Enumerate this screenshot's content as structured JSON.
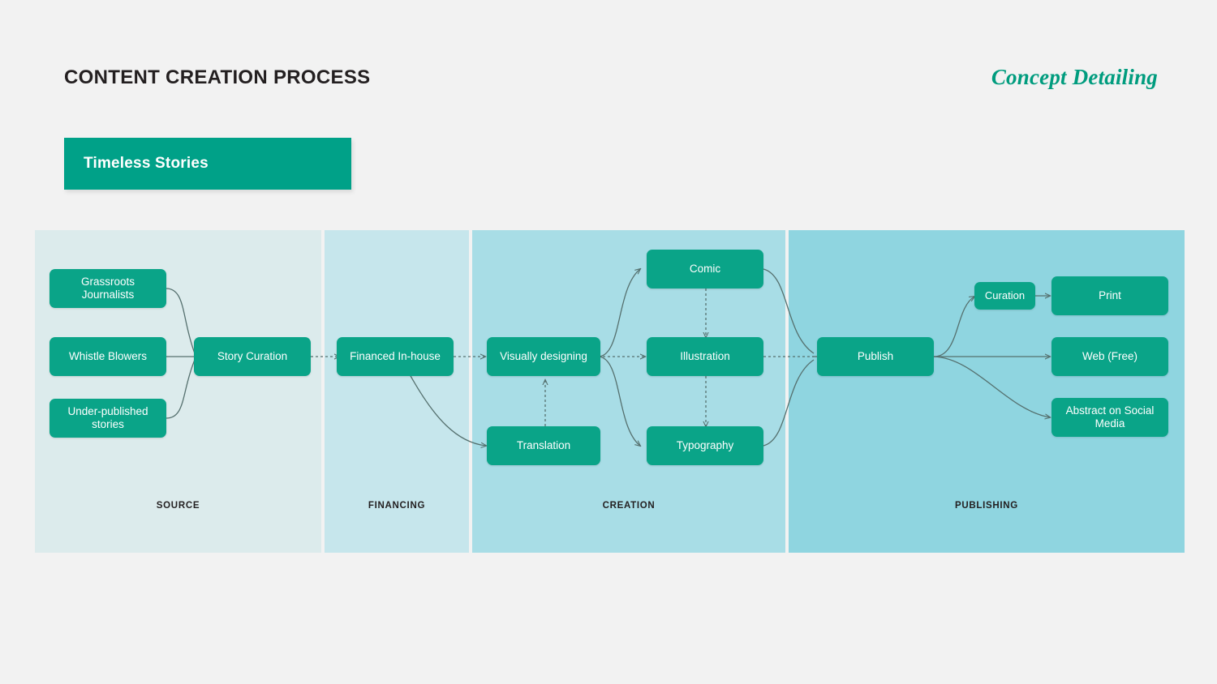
{
  "header": {
    "title": "CONTENT CREATION PROCESS",
    "brand": "Concept Detailing"
  },
  "banner": {
    "label": "Timeless Stories",
    "color": "#00a188"
  },
  "palette": {
    "page_background": "#f2f2f2",
    "node_fill": "#0aa488",
    "node_text": "#ffffff",
    "connector": "#55706e",
    "column_fills": [
      "#dcebec",
      "#c6e6ec",
      "#a8dde6",
      "#8fd5e0"
    ]
  },
  "columns": [
    {
      "label": "SOURCE",
      "fill": "#dcebec"
    },
    {
      "label": "FINANCING",
      "fill": "#c6e6ec"
    },
    {
      "label": "CREATION",
      "fill": "#a8dde6"
    },
    {
      "label": "PUBLISHING",
      "fill": "#8fd5e0"
    }
  ],
  "nodes": [
    {
      "id": "grassroots",
      "label": "Grassroots Journalists"
    },
    {
      "id": "whistle",
      "label": "Whistle Blowers"
    },
    {
      "id": "underpub",
      "label": "Under-published stories"
    },
    {
      "id": "curation1",
      "label": "Story Curation"
    },
    {
      "id": "financed",
      "label": "Financed In-house"
    },
    {
      "id": "visually",
      "label": "Visually designing"
    },
    {
      "id": "translation",
      "label": "Translation"
    },
    {
      "id": "comic",
      "label": "Comic"
    },
    {
      "id": "illustration",
      "label": "Illustration"
    },
    {
      "id": "typography",
      "label": "Typography"
    },
    {
      "id": "publish",
      "label": "Publish"
    },
    {
      "id": "curation2",
      "label": "Curation"
    },
    {
      "id": "print",
      "label": "Print"
    },
    {
      "id": "web",
      "label": "Web (Free)"
    },
    {
      "id": "abstract",
      "label": "Abstract on Social Media"
    }
  ]
}
